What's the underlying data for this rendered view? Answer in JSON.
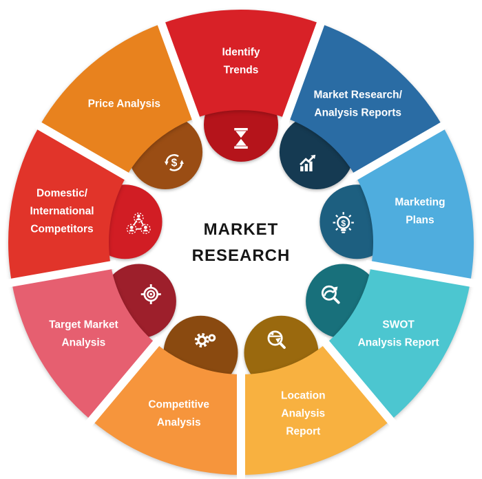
{
  "diagram": {
    "title": {
      "line1": "MARKET",
      "line2": "RESEARCH"
    },
    "title_color": "#161616",
    "background_color": "#ffffff",
    "label_color": "#ffffff",
    "icon_color": "#ffffff",
    "segments": [
      {
        "id": "identify-trends",
        "label": "Identify Trends",
        "lines": [
          "Identify",
          "Trends"
        ],
        "color": "#d82127",
        "inner_color": "#b5141b",
        "icon": "hourglass-icon"
      },
      {
        "id": "market-research-analysis-reports",
        "label": "Market Research/ Analysis Reports",
        "lines": [
          "Market Research/",
          "Analysis Reports"
        ],
        "color": "#2a6ca4",
        "inner_color": "#153a52",
        "icon": "growth-chart-icon"
      },
      {
        "id": "marketing-plans",
        "label": "Marketing Plans",
        "lines": [
          "Marketing",
          "Plans"
        ],
        "color": "#4fadde",
        "inner_color": "#1d5f80",
        "icon": "bulb-dollar-icon"
      },
      {
        "id": "swot-analysis-report",
        "label": "SWOT Analysis Report",
        "lines": [
          "SWOT",
          "Analysis Report"
        ],
        "color": "#4cc6d0",
        "inner_color": "#18707b",
        "icon": "magnifier-arrow-icon"
      },
      {
        "id": "location-analysis-report",
        "label": "Location Analysis Report",
        "lines": [
          "Location",
          "Analysis",
          "Report"
        ],
        "color": "#f8b140",
        "inner_color": "#9a690e",
        "icon": "globe-magnifier-icon"
      },
      {
        "id": "competitive-analysis",
        "label": "Competitive Analysis",
        "lines": [
          "Competitive",
          "Analysis"
        ],
        "color": "#f6953c",
        "inner_color": "#8a4a10",
        "icon": "gears-icon"
      },
      {
        "id": "target-market-analysis",
        "label": "Target Market Analysis",
        "lines": [
          "Target Market",
          "Analysis"
        ],
        "color": "#e65f70",
        "inner_color": "#9d1f2b",
        "icon": "target-icon"
      },
      {
        "id": "domestic-international-competitors",
        "label": "Domestic/ International Competitors",
        "lines": [
          "Domestic/",
          "International",
          "Competitors"
        ],
        "color": "#e1342a",
        "inner_color": "#d11d24",
        "icon": "network-people-icon"
      },
      {
        "id": "price-analysis",
        "label": "Price Analysis",
        "lines": [
          "Price Analysis"
        ],
        "color": "#e8821e",
        "inner_color": "#9a4d14",
        "icon": "dollar-refresh-icon"
      }
    ]
  }
}
